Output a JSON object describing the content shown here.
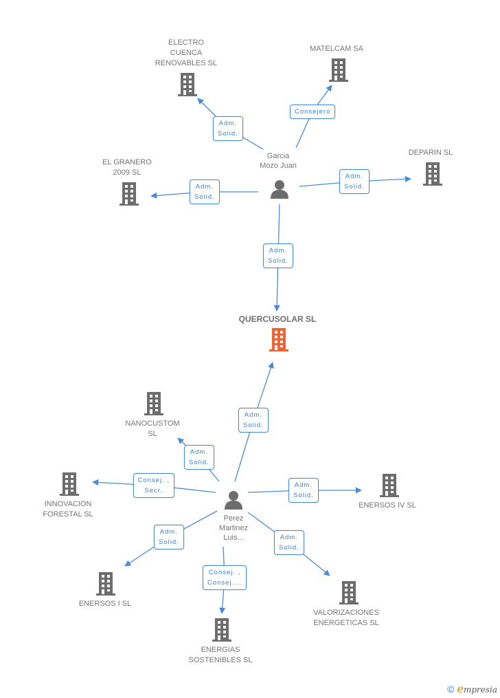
{
  "colors": {
    "edge": "#4a8ad8",
    "company": "#6d6d6d",
    "focus": "#f26234",
    "person": "#6d6d6d"
  },
  "focus": {
    "label": "QUERCUSOLAR SL"
  },
  "persons": [
    {
      "id": "garcia",
      "lines": [
        "Garcia",
        "Mozo Juan"
      ]
    },
    {
      "id": "perez",
      "lines": [
        "Perez",
        "Martinez",
        "Luis..."
      ]
    }
  ],
  "companies": [
    {
      "id": "electro",
      "lines": [
        "ELECTRO",
        "CUENCA",
        "RENOVABLES SL"
      ]
    },
    {
      "id": "matelcam",
      "lines": [
        "MATELCAM SA"
      ]
    },
    {
      "id": "granero",
      "lines": [
        "EL GRANERO",
        "2009 SL"
      ]
    },
    {
      "id": "deparin",
      "lines": [
        "DEPARIN SL"
      ]
    },
    {
      "id": "nanocustom",
      "lines": [
        "NANOCUSTOM",
        "SL"
      ]
    },
    {
      "id": "innovacion",
      "lines": [
        "INNOVACION",
        "FORESTAL SL"
      ]
    },
    {
      "id": "enersos4",
      "lines": [
        "ENERSOS IV SL"
      ]
    },
    {
      "id": "enersos1",
      "lines": [
        "ENERSOS I SL"
      ]
    },
    {
      "id": "valorizaciones",
      "lines": [
        "VALORIZACIONES",
        "ENERGETICAS SL"
      ]
    },
    {
      "id": "energias",
      "lines": [
        "ENERGIAS",
        "SOSTENIBLES SL"
      ]
    }
  ],
  "relations": [
    {
      "from": "garcia",
      "to": "electro",
      "lines": [
        "Adm.",
        "Solid."
      ]
    },
    {
      "from": "garcia",
      "to": "matelcam",
      "lines": [
        "Consejero"
      ]
    },
    {
      "from": "garcia",
      "to": "granero",
      "lines": [
        "Adm.",
        "Solid."
      ]
    },
    {
      "from": "garcia",
      "to": "deparin",
      "lines": [
        "Adm.",
        "Solid."
      ]
    },
    {
      "from": "garcia",
      "to": "quercusolar",
      "lines": [
        "Adm.",
        "Solid."
      ]
    },
    {
      "from": "perez",
      "to": "quercusolar",
      "lines": [
        "Adm.",
        "Solid."
      ]
    },
    {
      "from": "perez",
      "to": "nanocustom",
      "lines": [
        "Adm.",
        "Solid."
      ]
    },
    {
      "from": "perez",
      "to": "innovacion",
      "lines": [
        "Consej. ,",
        "Secr."
      ]
    },
    {
      "from": "perez",
      "to": "enersos4",
      "lines": [
        "Adm.",
        "Solid."
      ]
    },
    {
      "from": "perez",
      "to": "enersos1",
      "lines": [
        "Adm.",
        "Solid."
      ]
    },
    {
      "from": "perez",
      "to": "valorizaciones",
      "lines": [
        "Adm.",
        "Solid."
      ]
    },
    {
      "from": "perez",
      "to": "energias",
      "lines": [
        "Consej. ,",
        "Consej...."
      ]
    }
  ],
  "footer": {
    "copyright": "©",
    "brand_initial": "e",
    "brand_rest": "mpresia"
  }
}
